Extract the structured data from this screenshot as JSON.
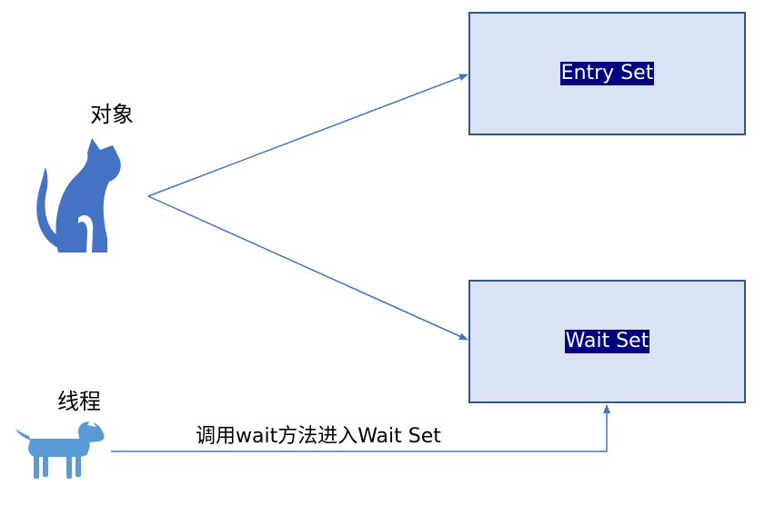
{
  "object": {
    "label": "对象",
    "icon": "cat-icon"
  },
  "thread": {
    "label": "线程",
    "icon": "dog-icon"
  },
  "entry_set": {
    "label": "Entry Set"
  },
  "wait_set": {
    "label": "Wait Set"
  },
  "call_arrow": {
    "label": "调用wait方法进入Wait Set"
  },
  "colors": {
    "box_fill": "#dae3f3",
    "box_border": "#2f5597",
    "arrow": "#4472c4",
    "icon": "#4472c4",
    "label_highlight": "#000080"
  }
}
